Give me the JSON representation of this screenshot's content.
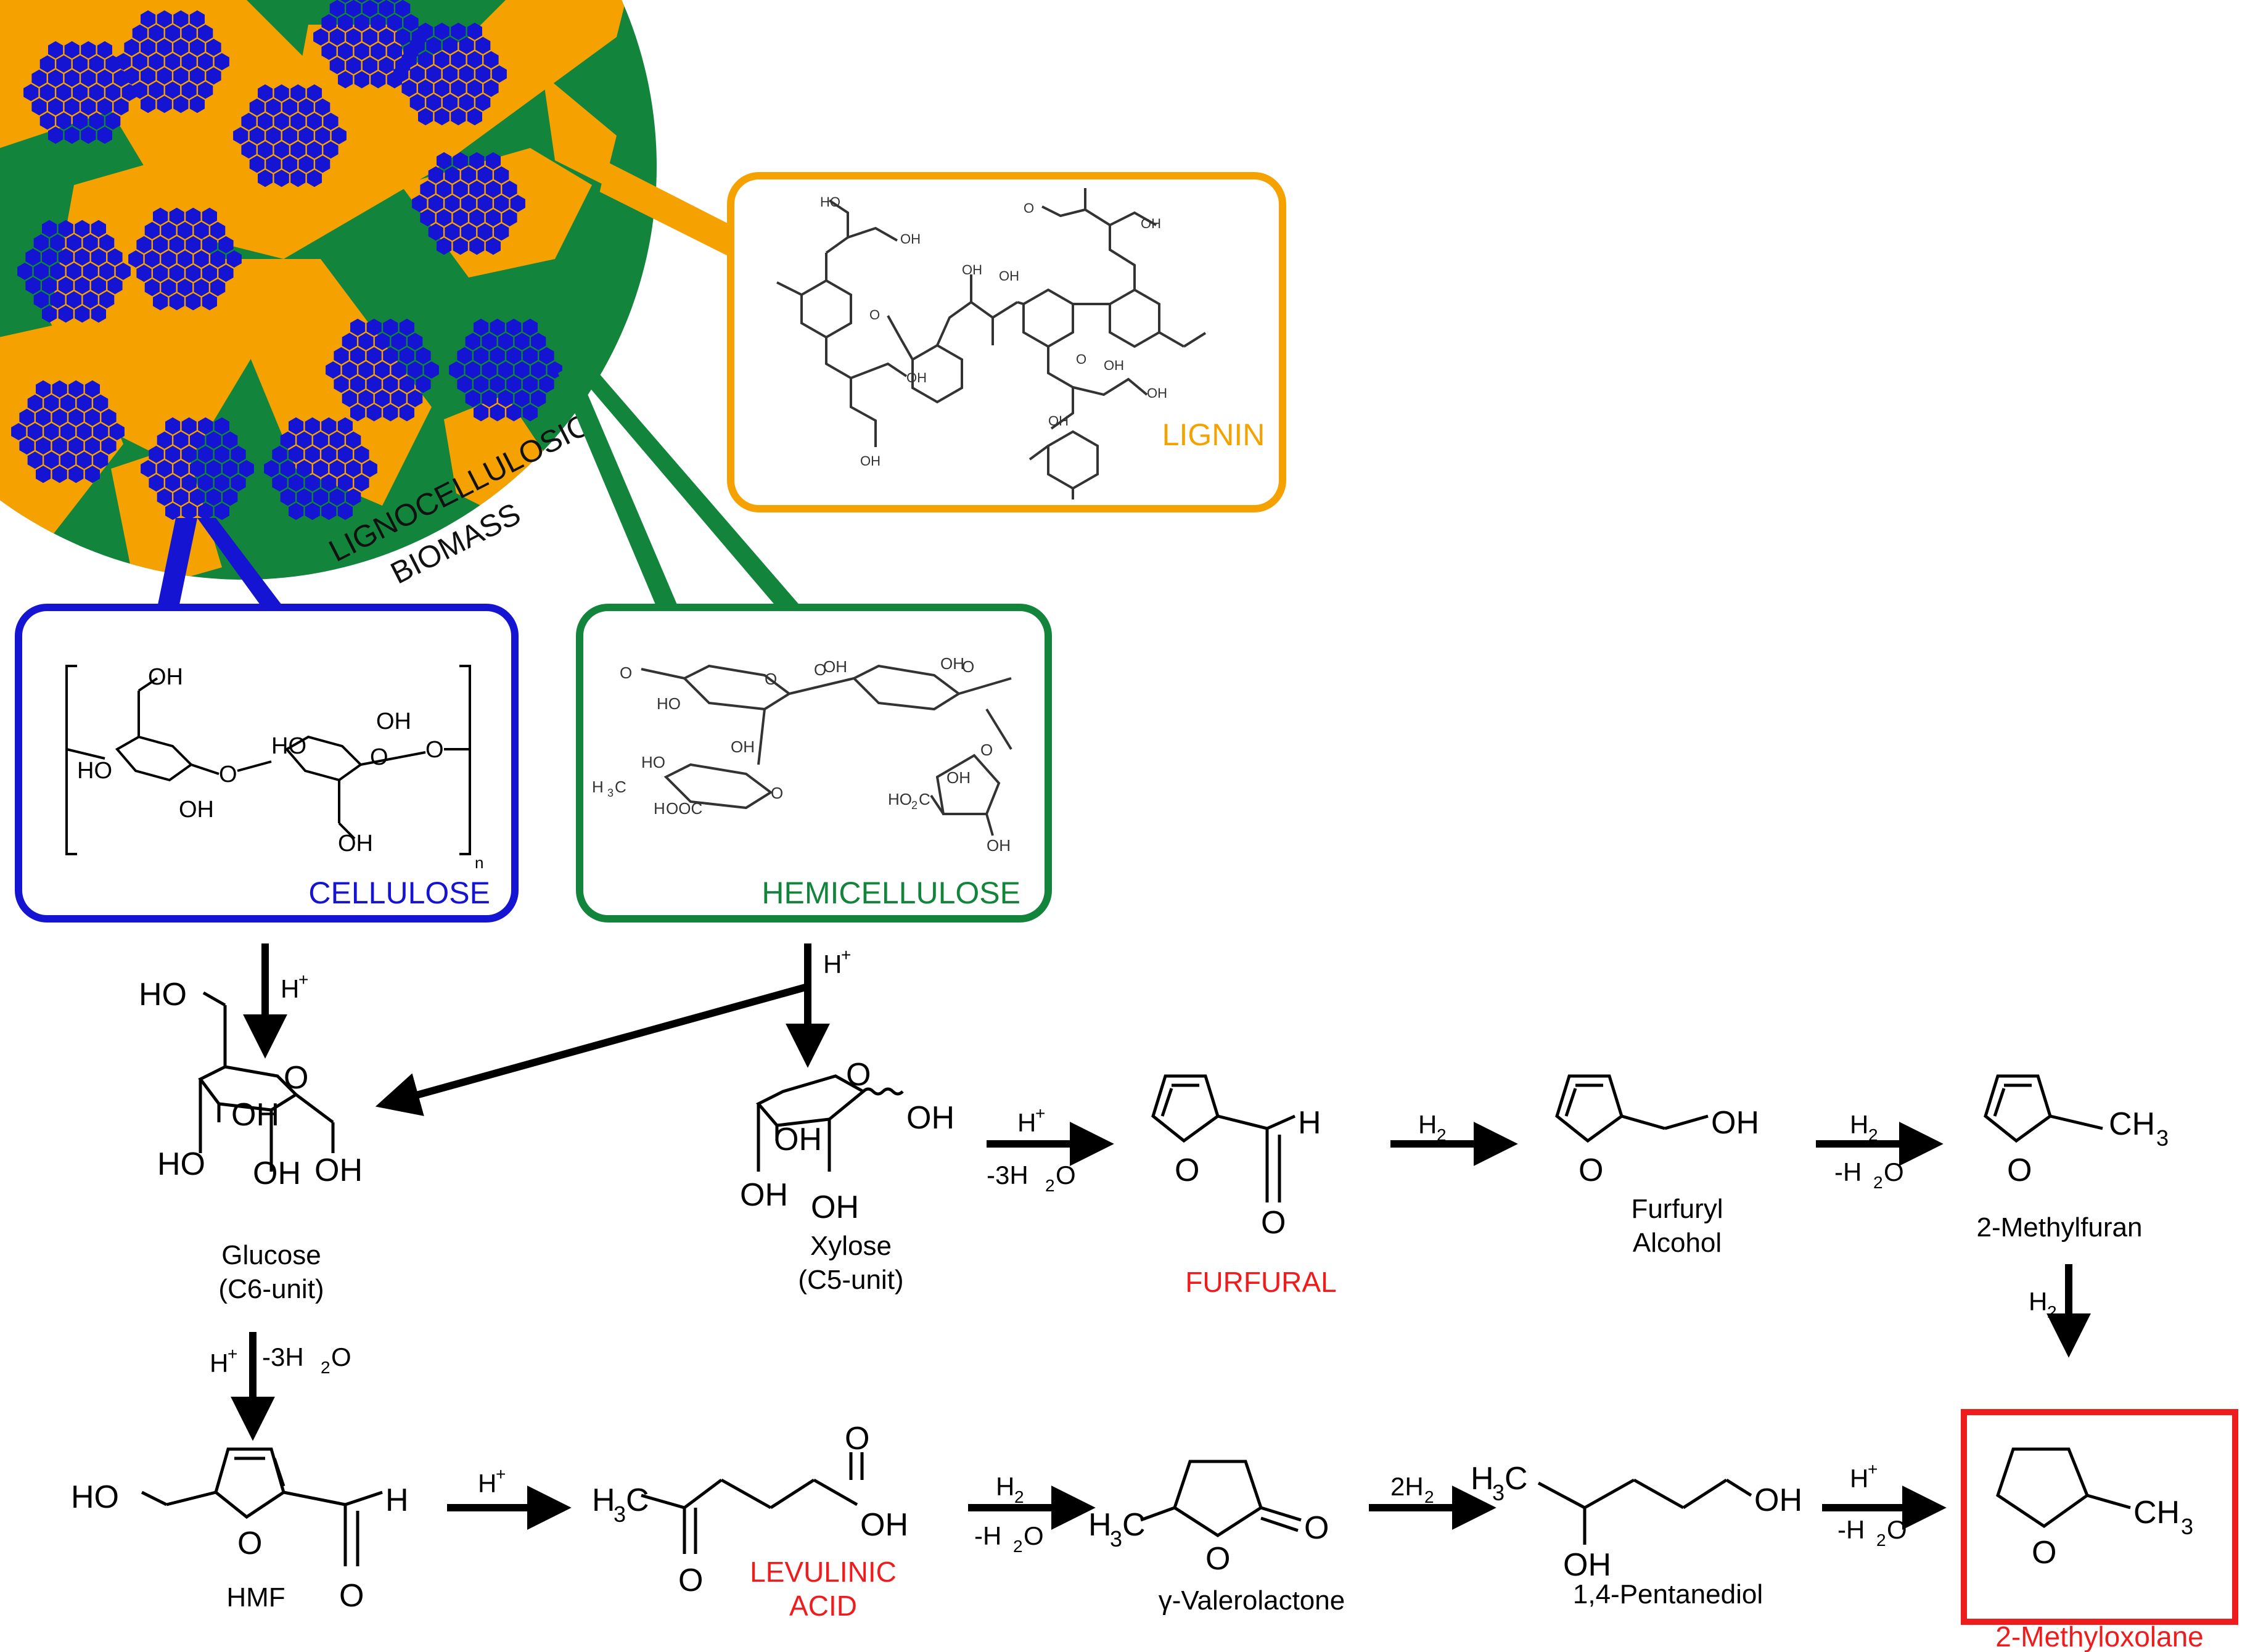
{
  "colors": {
    "orange": "#F5A200",
    "green": "#13843C",
    "blue": "#1414D2",
    "red": "#EE1C1C",
    "black": "#000000",
    "gray": "#555555"
  },
  "biomass": {
    "label_line1": "LIGNOCELLULOSIC",
    "label_line2": "BIOMASS"
  },
  "boxes": {
    "lignin": {
      "title": "LIGNIN"
    },
    "cellulose": {
      "title": "CELLULOSE",
      "subscript": "n"
    },
    "hemicellulose": {
      "title": "HEMICELLULOSE"
    }
  },
  "groups": {
    "oh": "OH",
    "ho": "HO",
    "h": "H",
    "o": "O",
    "h3": "H",
    "three": "3",
    "c": "C",
    "ooc": "OOC",
    "ch": "CH",
    "h2c": "H",
    "two": "2",
    "c_letter": "C"
  },
  "reagents": {
    "h_plus": "H",
    "plus": "+",
    "minus_3h2o_a": "-3H",
    "minus_3h2o_b": "O",
    "minus_3h2o_sub": "2",
    "h2": "H",
    "h2_sub": "2",
    "two_h2": "2H",
    "minus_h2o_a": "-H",
    "minus_h2o_sub": "2",
    "minus_h2o_b": "O"
  },
  "compounds": {
    "glucose": {
      "name": "Glucose",
      "sub": "(C6-unit)"
    },
    "xylose": {
      "name": "Xylose",
      "sub": "(C5-unit)"
    },
    "furfural": {
      "name": "FURFURAL"
    },
    "furfuryl_alcohol": {
      "name_line1": "Furfuryl",
      "name_line2": "Alcohol"
    },
    "methylfuran": {
      "name": "2-Methylfuran"
    },
    "hmf": {
      "name": "HMF"
    },
    "levulinic": {
      "name_line1": "LEVULINIC",
      "name_line2": "ACID"
    },
    "gvl": {
      "name": "γ-Valerolactone"
    },
    "pentanediol": {
      "name": "1,4-Pentanediol"
    },
    "methyloxolane": {
      "name": "2-Methyloxolane"
    }
  }
}
